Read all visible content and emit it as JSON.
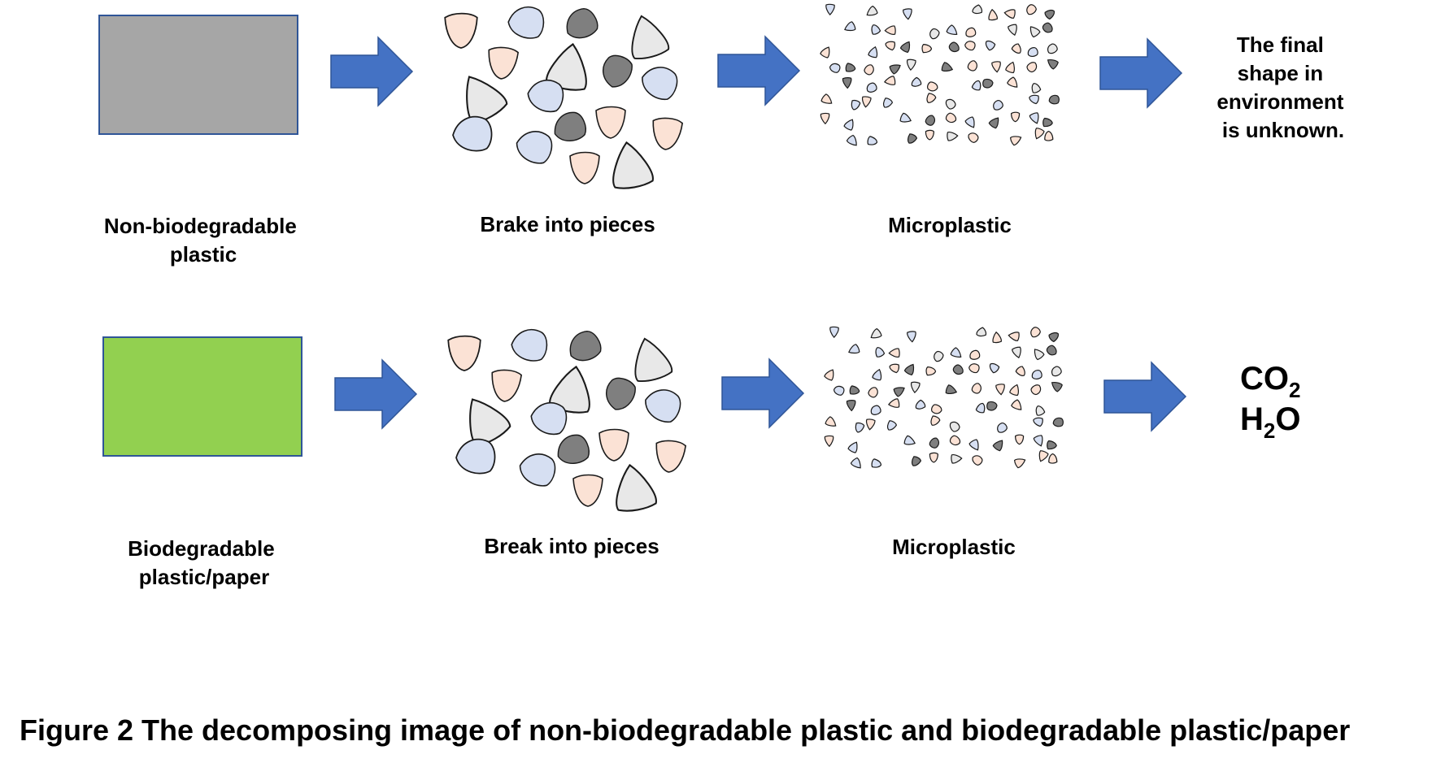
{
  "colors": {
    "arrow": "#4472C4",
    "arrow_stroke": "#2F5597",
    "gray_box": "#A6A6A6",
    "gray_box_stroke": "#2F5597",
    "green_box": "#92D050",
    "green_box_stroke": "#2F5597",
    "piece_peach": "#FBE2D5",
    "piece_blue": "#D6DFF2",
    "piece_dark": "#7F7F7F",
    "piece_light": "#E8E8E8"
  },
  "rows": [
    {
      "material_label": [
        "Non-biodegradable",
        "plastic"
      ],
      "pieces_label": "Brake into pieces",
      "micro_label": "Microplastic",
      "result_text": [
        "The final",
        "shape in",
        "environment",
        "is unknown."
      ]
    },
    {
      "material_label": [
        "Biodegradable",
        "plastic/paper"
      ],
      "pieces_label": "Break into pieces",
      "micro_label": "Microplastic",
      "result_formula": [
        {
          "base": "CO",
          "sub": "2",
          "tail": ""
        },
        {
          "base": "H",
          "sub": "2",
          "tail": "O"
        }
      ]
    }
  ],
  "caption": "Figure 2  The decomposing image of non-biodegradable plastic and biodegradable plastic/paper"
}
